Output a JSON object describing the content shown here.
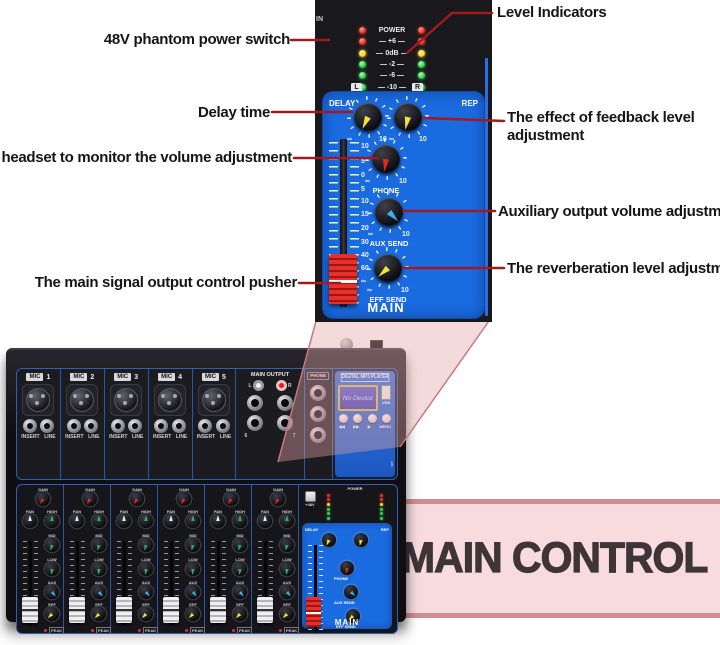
{
  "callouts": {
    "phantom_power": "48V phantom power switch",
    "level_indicators": "Level Indicators",
    "delay_time": "Delay time",
    "feedback": "The effect of feedback level adjustment",
    "headset": "The headset to monitor the volume adjustment",
    "aux_output": "Auxiliary output volume adjustment",
    "main_pusher": "The main signal output control pusher",
    "reverb": "The reverberation level adjustment"
  },
  "panel": {
    "edge_label": "IN",
    "phantom_label": "+48V",
    "meter": {
      "power": "POWER",
      "rows": [
        {
          "label": "POWER",
          "color": "red"
        },
        {
          "label": "+6",
          "color": "red"
        },
        {
          "label": "0dB",
          "color": "yellow"
        },
        {
          "label": "-2",
          "color": "green"
        },
        {
          "label": "-6",
          "color": "green"
        },
        {
          "label": "-10",
          "color": "green"
        }
      ],
      "left": "L",
      "right": "R"
    },
    "knobs": {
      "delay": "DELAY",
      "rep": "REP",
      "phone": "PHONE",
      "aux_send": "AUX SEND",
      "eff_send": "EFF SEND",
      "min": "∞",
      "max": "10"
    },
    "fader_scale": [
      "10",
      "5",
      "0",
      "5",
      "10",
      "15",
      "20",
      "30",
      "40",
      "60",
      "∞"
    ],
    "main_label": "MAIN"
  },
  "mixer": {
    "channels": [
      {
        "mic": "MIC",
        "num": "1"
      },
      {
        "mic": "MIC",
        "num": "2"
      },
      {
        "mic": "MIC",
        "num": "3"
      },
      {
        "mic": "MIC",
        "num": "4"
      },
      {
        "mic": "MIC",
        "num": "5"
      }
    ],
    "jacks": {
      "insert": "INSERT",
      "line": "LINE"
    },
    "output": {
      "title": "MAIN OUTPUT",
      "left": "L",
      "right": "R",
      "phone": "PHONE",
      "ch6": "6",
      "ch7": "7"
    },
    "mp3": {
      "title": "DIGITAL MP3 PLAYER",
      "screen": "No Device",
      "usb": "USB",
      "buttons": [
        "◀◀",
        "▶▶",
        "▶",
        "MENU"
      ],
      "bluetooth_icon": "ᛒ"
    },
    "strip": {
      "gain": "GAIN",
      "pan": "PAN",
      "high": "HIGH",
      "mid": "MID",
      "low": "LOW",
      "aux": "AUX",
      "eff": "EFF",
      "peak": "PEAK"
    }
  },
  "banner": {
    "title": "MAIN CONTROL"
  },
  "colors": {
    "panel_blue": "#1a6be0",
    "banner_fill": "#f7dbde",
    "banner_border": "#d28d91",
    "callout_line": "#a01a1f",
    "wedge_fill": "#e7b4b6",
    "led_red": "#e03025",
    "led_yellow": "#ffd327",
    "led_green": "#2fd04a",
    "knob_yellow": "#f2e13c",
    "knob_red": "#e02820",
    "knob_blue": "#38b0e8",
    "fader_red": "#e8302a"
  }
}
